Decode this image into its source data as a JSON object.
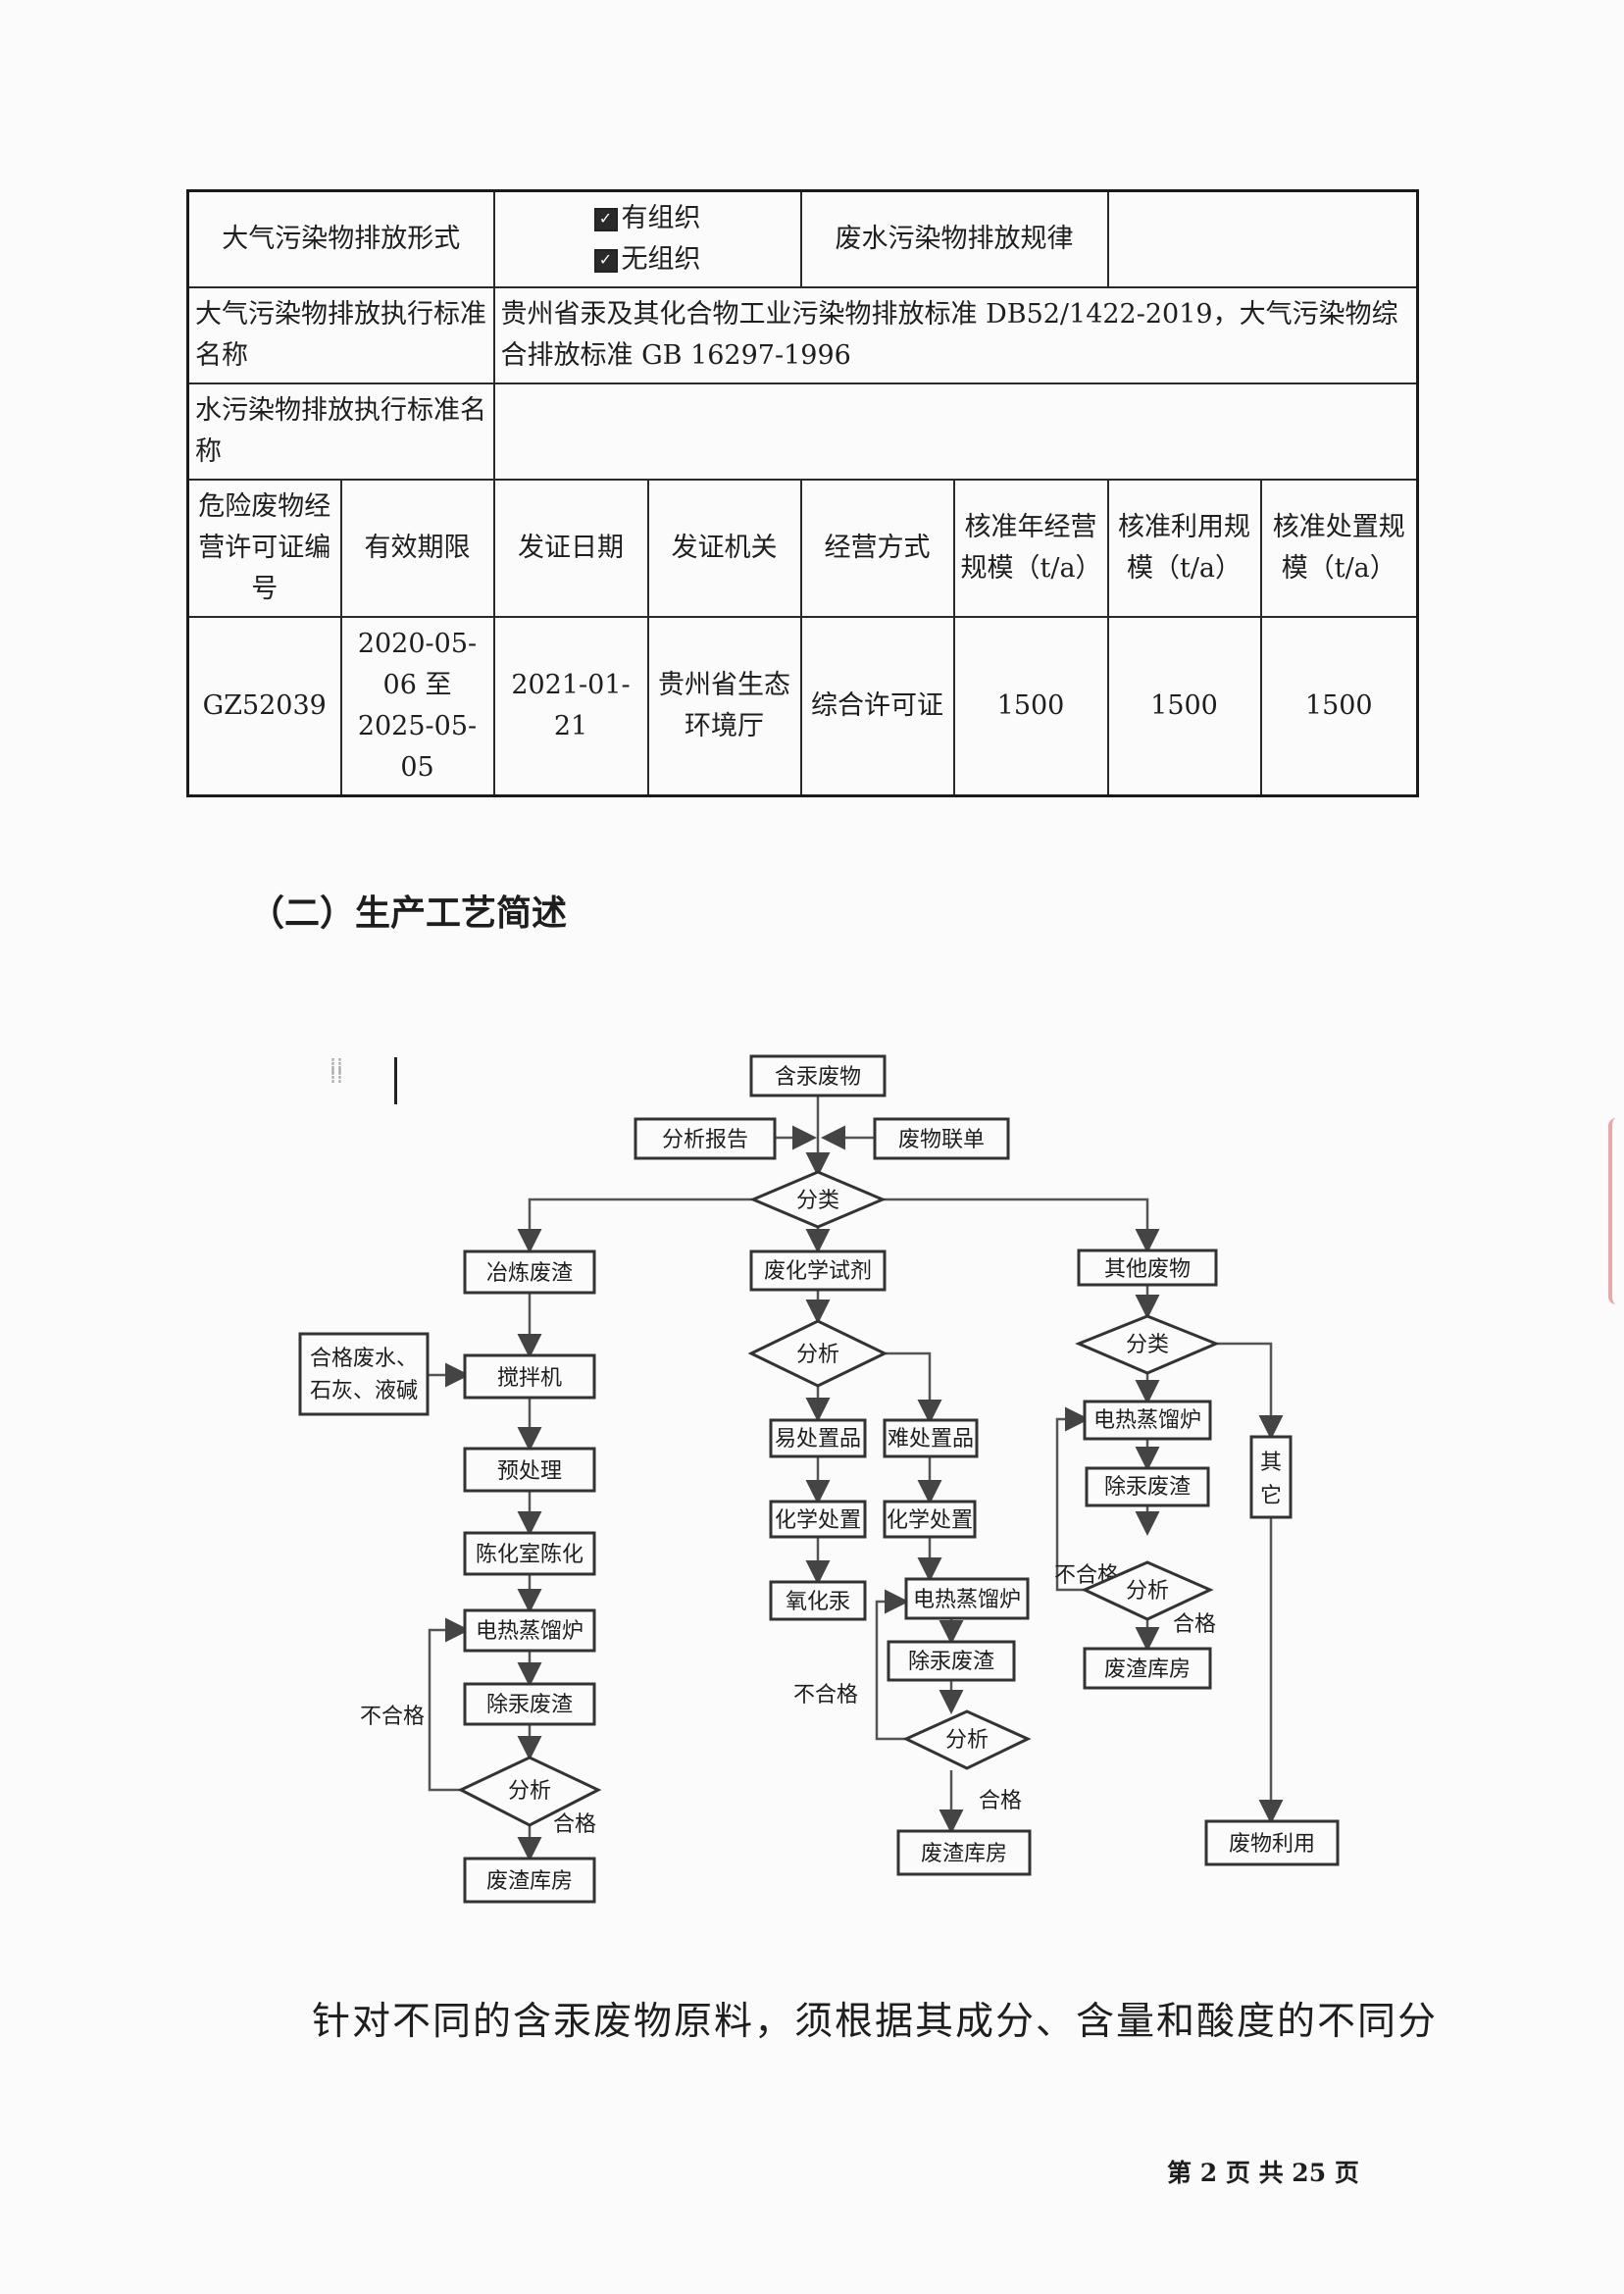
{
  "table": {
    "air_form_label": "大气污染物排放形式",
    "option_organized": "有组织",
    "option_unorganized": "无组织",
    "wastewater_rule_label": "废水污染物排放规律",
    "wastewater_rule_value": "",
    "air_std_label": "大气污染物排放执行标准名称",
    "air_std_value": "贵州省汞及其化合物工业污染物排放标准 DB52/1422-2019，大气污染物综合排放标准 GB 16297-1996",
    "water_std_label": "水污染物排放执行标准名称",
    "water_std_value": "",
    "headers": [
      "危险废物经营许可证编号",
      "有效期限",
      "发证日期",
      "发证机关",
      "经营方式",
      "核准年经营规模（t/a）",
      "核准利用规模（t/a）",
      "核准处置规模（t/a）"
    ],
    "row": [
      "GZ52039",
      "2020-05-06 至 2025-05-05",
      "2021-01-21",
      "贵州省生态环境厅",
      "综合许可证",
      "1500",
      "1500",
      "1500"
    ]
  },
  "section_title": "（二）生产工艺简述",
  "flow": {
    "top": "含汞废物",
    "report": "分析报告",
    "manifest": "废物联单",
    "classify": "分类",
    "left": {
      "head": "冶炼废渣",
      "input": [
        "合格废水、",
        "石灰、液碱"
      ],
      "mixer": "搅拌机",
      "pretreat": "预处理",
      "aging": "陈化室陈化",
      "furnace": "电热蒸馏炉",
      "residue": "除汞废渣",
      "analyze": "分析",
      "fail": "不合格",
      "pass": "合格",
      "store": "废渣库房"
    },
    "middle": {
      "head": "废化学试剂",
      "analyze": "分析",
      "easy": "易处置品",
      "hard": "难处置品",
      "chem1": "化学处置",
      "chem2": "化学处置",
      "hgo": "氧化汞",
      "furnace": "电热蒸馏炉",
      "residue": "除汞废渣",
      "analyze2": "分析",
      "fail": "不合格",
      "pass": "合格",
      "store": "废渣库房"
    },
    "right": {
      "head": "其他废物",
      "classify": "分类",
      "other": [
        "其",
        "它"
      ],
      "furnace": "电热蒸馏炉",
      "residue": "除汞废渣",
      "fail": "不合格",
      "analyze": "分析",
      "pass": "合格",
      "store": "废渣库房",
      "reuse": "废物利用"
    }
  },
  "body_text": "针对不同的含汞废物原料，须根据其成分、含量和酸度的不同分",
  "footer": {
    "prefix": "第",
    "page": "2",
    "mid": "页 共",
    "total": "25",
    "suffix": "页"
  }
}
